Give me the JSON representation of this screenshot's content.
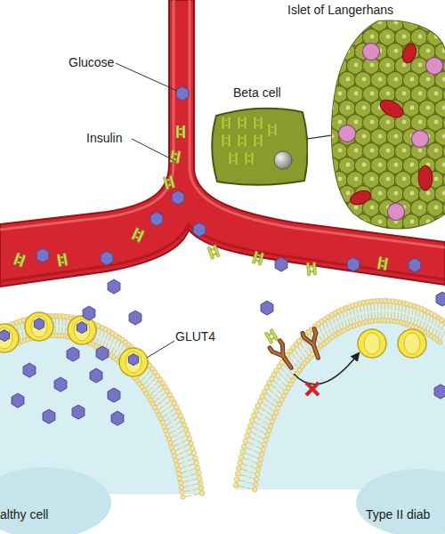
{
  "diagram": {
    "nodes": [
      {
        "text": [
          "Islet of Langerhans"
        ]
      },
      {
        "text": [
          "Beta cell"
        ]
      },
      {
        "text": [
          "althy cell"
        ]
      },
      {
        "text": [
          "Type II diab"
        ]
      }
    ],
    "edges": [
      {
        "from": 1,
        "to": 0,
        "arrow": "none"
      }
    ],
    "labels": [
      "Glucose",
      "Insulin",
      "GLUT4"
    ]
  }
}
